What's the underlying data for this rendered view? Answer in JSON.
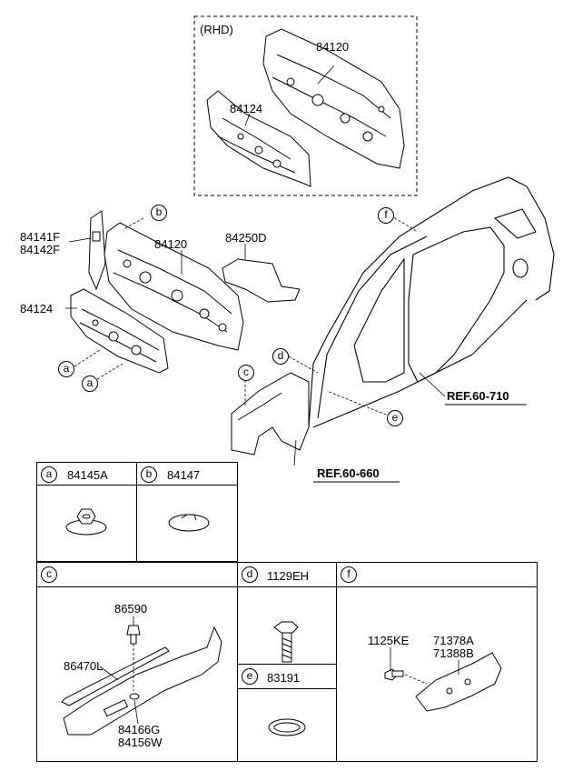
{
  "rhd_box": {
    "label": "(RHD)",
    "part1": "84120",
    "part2": "84124"
  },
  "main_labels": {
    "p84141f": "84141F",
    "p84142f": "84142F",
    "p84120": "84120",
    "p84250d": "84250D",
    "p84124": "84124"
  },
  "callouts": {
    "a": "a",
    "b": "b",
    "c": "c",
    "d": "d",
    "e": "e",
    "f": "f"
  },
  "refs": {
    "ref710": "REF.60-710",
    "ref660": "REF.60-660"
  },
  "table": {
    "a": {
      "key": "a",
      "part": "84145A"
    },
    "b": {
      "key": "b",
      "part": "84147"
    },
    "c": {
      "key": "c",
      "p86590": "86590",
      "p86470l": "86470L",
      "p84166g": "84166G",
      "p84156w": "84156W"
    },
    "d": {
      "key": "d",
      "part": "1129EH"
    },
    "e": {
      "key": "e",
      "part": "83191"
    },
    "f": {
      "key": "f",
      "p1125ke": "1125KE",
      "p71378a": "71378A",
      "p71388b": "71388B"
    }
  }
}
